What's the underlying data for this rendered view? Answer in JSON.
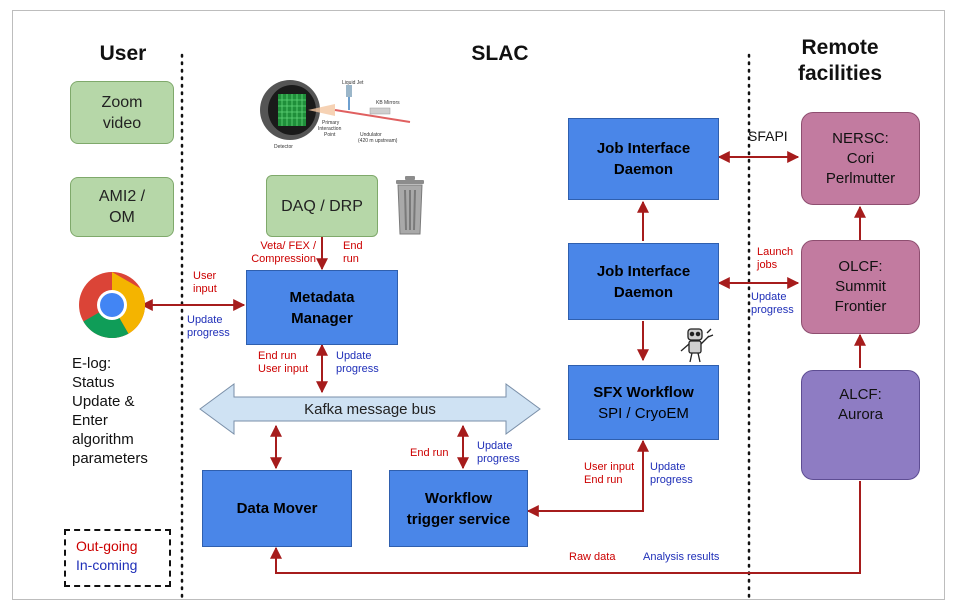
{
  "headers": {
    "user": "User",
    "slac": "SLAC",
    "remote_1": "Remote",
    "remote_2": "facilities"
  },
  "user_boxes": {
    "zoom_1": "Zoom",
    "zoom_2": "video",
    "ami_1": "AMI2 /",
    "ami_2": "OM"
  },
  "elog_lines": [
    "E-log:",
    "Status",
    "Update &",
    "Enter",
    "algorithm",
    "parameters"
  ],
  "slac_boxes": {
    "daq": "DAQ / DRP",
    "metadata_1": "Metadata",
    "metadata_2": "Manager",
    "kafka": "Kafka message bus",
    "data_mover": "Data Mover",
    "wf_trigger_1": "Workflow",
    "wf_trigger_2": "trigger service",
    "jid_top_1": "Job Interface",
    "jid_top_2": "Daemon",
    "jid_mid_1": "Job Interface",
    "jid_mid_2": "Daemon",
    "sfx_1": "SFX Workflow",
    "sfx_2": "SPI / CryoEM"
  },
  "remote_boxes": {
    "nersc_1": "NERSC:",
    "nersc_2": "Cori",
    "nersc_3": "Perlmutter",
    "olcf_1": "OLCF:",
    "olcf_2": "Summit",
    "olcf_3": "Frontier",
    "alcf_1": "ALCF:",
    "alcf_2": "Aurora"
  },
  "labels": {
    "veta_1": "Veta/ FEX /",
    "veta_2": "Compression",
    "endrun_daq_1": "End",
    "endrun_daq_2": "run",
    "user_input_1": "User",
    "user_input_2": "input",
    "update_progress_1": "Update",
    "update_progress_2": "progress",
    "mm_endrun": "End run",
    "mm_userinput": "User input",
    "mm_update_1": "Update",
    "mm_update_2": "progress",
    "wf_endrun": "End run",
    "wf_update_1": "Update",
    "wf_update_2": "progress",
    "sfx_userinput": "User input",
    "sfx_endrun": "End run",
    "sfx_update_1": "Update",
    "sfx_update_2": "progress",
    "sfapi": "SFAPI",
    "launch_1": "Launch",
    "launch_2": "jobs",
    "olcf_update_1": "Update",
    "olcf_update_2": "progress",
    "raw_data": "Raw data",
    "analysis_results": "Analysis results"
  },
  "legend": {
    "outgoing": "Out-going",
    "incoming": "In-coming"
  },
  "detector_labels": [
    "Liquid Jet",
    "KB Mirrors",
    "Primary",
    "Interaction",
    "Point",
    "Undulator",
    "(420 m upstream)",
    "Detector"
  ],
  "colors": {
    "green": "#b6d7a8",
    "blue": "#4a86e8",
    "pink": "#c27ba0",
    "purple": "#8e7cc3",
    "arrow": "#a61c1c",
    "bus": "#cfe2f3",
    "outgoing": "#cc0000",
    "incoming": "#1f2fb8"
  },
  "icons": [
    "chrome-icon",
    "trash-can-icon",
    "robot-icon",
    "detector-image"
  ]
}
